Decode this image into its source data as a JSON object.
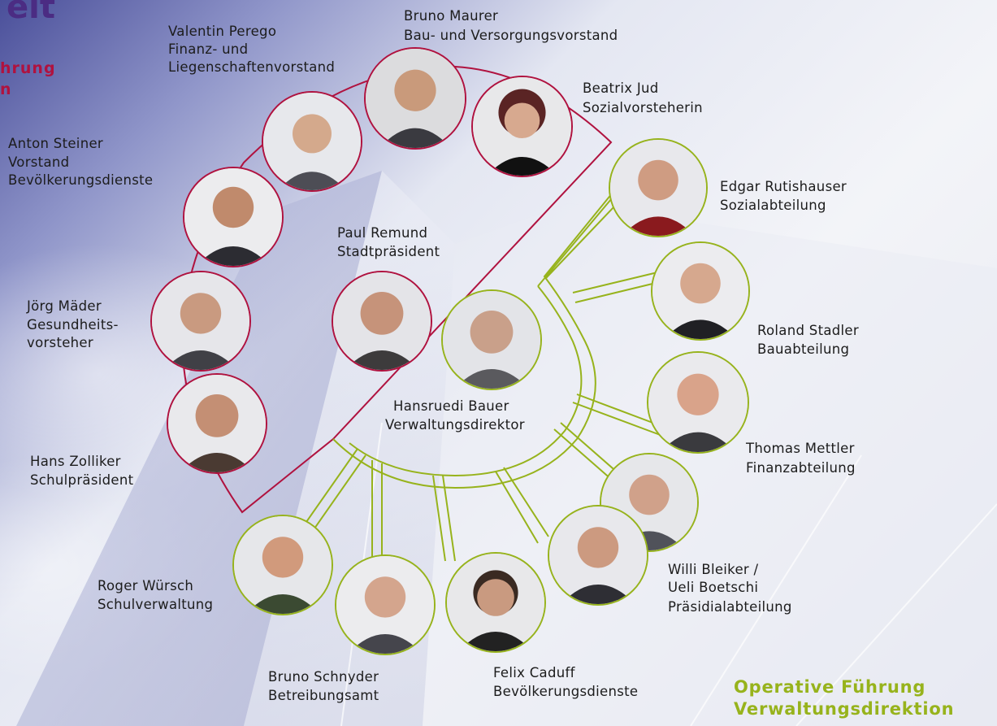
{
  "header": {
    "title_fragment": "eit",
    "strategic_line1": "hrung",
    "strategic_line2": "n",
    "operative_line1": "Operative Führung",
    "operative_line2": "Verwaltungsdirektion"
  },
  "colors": {
    "strategic": "#b0123f",
    "operative": "#97b31c",
    "title": "#4b2c83"
  },
  "people": [
    {
      "id": "perego",
      "name": "Valentin Perego",
      "role": "Finanz- und\nLiegenschaftenvorstand",
      "group": "strategic"
    },
    {
      "id": "maurer",
      "name": "Bruno Maurer",
      "role": "Bau- und Versorgungsvorstand",
      "group": "strategic"
    },
    {
      "id": "jud",
      "name": "Beatrix Jud",
      "role": "Sozialvorsteherin",
      "group": "strategic"
    },
    {
      "id": "steiner",
      "name": "Anton Steiner",
      "role": "Vorstand\nBevölkerungsdienste",
      "group": "strategic"
    },
    {
      "id": "remund",
      "name": "Paul Remund",
      "role": "Stadtpräsident",
      "group": "strategic"
    },
    {
      "id": "maeder",
      "name": "Jörg Mäder",
      "role": "Gesundheits-\nvorsteher",
      "group": "strategic"
    },
    {
      "id": "zolliker",
      "name": "Hans Zolliker",
      "role": "Schulpräsident",
      "group": "strategic"
    },
    {
      "id": "bauer",
      "name": "Hansruedi Bauer",
      "role": "Verwaltungsdirektor",
      "group": "operative"
    },
    {
      "id": "rutishauser",
      "name": "Edgar Rutishauser",
      "role": "Sozialabteilung",
      "group": "operative"
    },
    {
      "id": "stadler",
      "name": "Roland Stadler",
      "role": "Bauabteilung",
      "group": "operative"
    },
    {
      "id": "mettler",
      "name": "Thomas Mettler",
      "role": "Finanzabteilung",
      "group": "operative"
    },
    {
      "id": "bleiker",
      "name": "Willi Bleiker /\nUeli Boetschi",
      "role": "Präsidialabteilung",
      "group": "operative"
    },
    {
      "id": "caduff",
      "name": "Felix Caduff",
      "role": "Bevölkerungsdienste",
      "group": "operative"
    },
    {
      "id": "schnyder",
      "name": "Bruno Schnyder",
      "role": "Betreibungsamt",
      "group": "operative"
    },
    {
      "id": "wuersch",
      "name": "Roger Würsch",
      "role": "Schulverwaltung",
      "group": "operative"
    }
  ]
}
